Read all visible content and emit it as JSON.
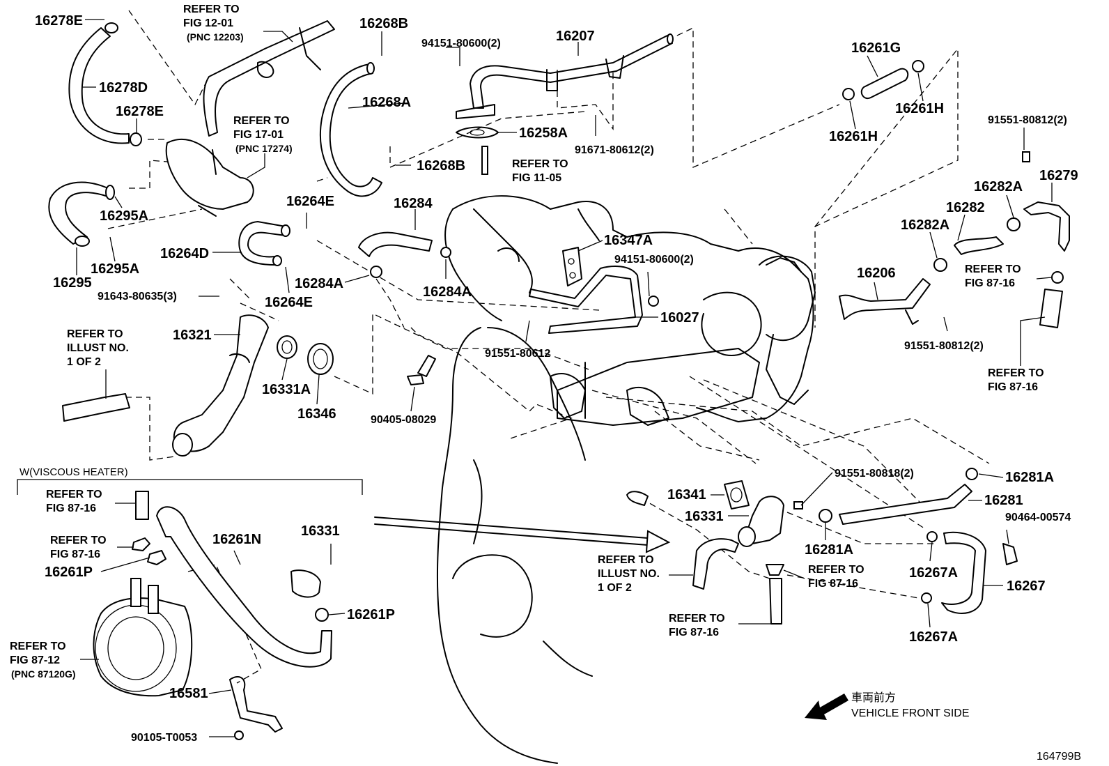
{
  "figure_id": "164799B",
  "direction": {
    "jp": "車両前方",
    "en": "VEHICLE FRONT SIDE"
  },
  "viscous_heater_title": "W(VISCOUS HEATER)",
  "labels": {
    "p16278E_a": "16278E",
    "p16278D": "16278D",
    "p16278E_b": "16278E",
    "ref_fig12_1": "REFER TO",
    "ref_fig12_2": "FIG 12-01",
    "ref_fig12_3": "(PNC 12203)",
    "ref_fig17_1": "REFER TO",
    "ref_fig17_2": "FIG 17-01",
    "ref_fig17_3": "(PNC 17274)",
    "p16268B_a": "16268B",
    "p16268A": "16268A",
    "p16268B_b": "16268B",
    "p94151_a": "94151-80600(2)",
    "p16207": "16207",
    "p16258A": "16258A",
    "p91671": "91671-80612(2)",
    "ref_fig11_1": "REFER TO",
    "ref_fig11_2": "FIG 11-05",
    "p16261G": "16261G",
    "p16261H_a": "16261H",
    "p16261H_b": "16261H",
    "p91551_812_a": "91551-80812(2)",
    "p16279": "16279",
    "p16282A_a": "16282A",
    "p16282": "16282",
    "p16282A_b": "16282A",
    "p16206": "16206",
    "ref_fig87_a1": "REFER TO",
    "ref_fig87_a2": "FIG 87-16",
    "p91551_812_b": "91551-80812(2)",
    "ref_fig87_b1": "REFER TO",
    "ref_fig87_b2": "FIG 87-16",
    "p16295A_a": "16295A",
    "p16295A_b": "16295A",
    "p16295": "16295",
    "p16264E_a": "16264E",
    "p16264D": "16264D",
    "p16264E_b": "16264E",
    "p16284": "16284",
    "p16284A_a": "16284A",
    "p16284A_b": "16284A",
    "p16347A": "16347A",
    "p94151_b": "94151-80600(2)",
    "p16027": "16027",
    "p91551_612": "91551-80612",
    "p91643": "91643-80635(3)",
    "p16321": "16321",
    "p16331A": "16331A",
    "p16346": "16346",
    "p90405": "90405-08029",
    "ref_illust_a1": "REFER TO",
    "ref_illust_a2": "ILLUST NO.",
    "ref_illust_a3": "1 OF 2",
    "ref_fig87_c1": "REFER TO",
    "ref_fig87_c2": "FIG 87-16",
    "ref_fig87_d1": "REFER TO",
    "ref_fig87_d2": "FIG 87-16",
    "p16261P_a": "16261P",
    "p16261N": "16261N",
    "p16331_a": "16331",
    "p16261P_b": "16261P",
    "ref_fig8712_1": "REFER TO",
    "ref_fig8712_2": "FIG 87-12",
    "ref_fig8712_3": "(PNC 87120G)",
    "p16581": "16581",
    "p90105": "90105-T0053",
    "p16341": "16341",
    "p16331_b": "16331",
    "p91551_818": "91551-80818(2)",
    "p16281A_a": "16281A",
    "p16281": "16281",
    "p90464": "90464-00574",
    "p16281A_b": "16281A",
    "ref_fig87_e1": "REFER TO",
    "ref_fig87_e2": "FIG 87-16",
    "p16267A_a": "16267A",
    "p16267": "16267",
    "p16267A_b": "16267A",
    "ref_illust_b1": "REFER TO",
    "ref_illust_b2": "ILLUST NO.",
    "ref_illust_b3": "1 OF 2",
    "ref_fig87_f1": "REFER TO",
    "ref_fig87_f2": "FIG 87-16"
  }
}
